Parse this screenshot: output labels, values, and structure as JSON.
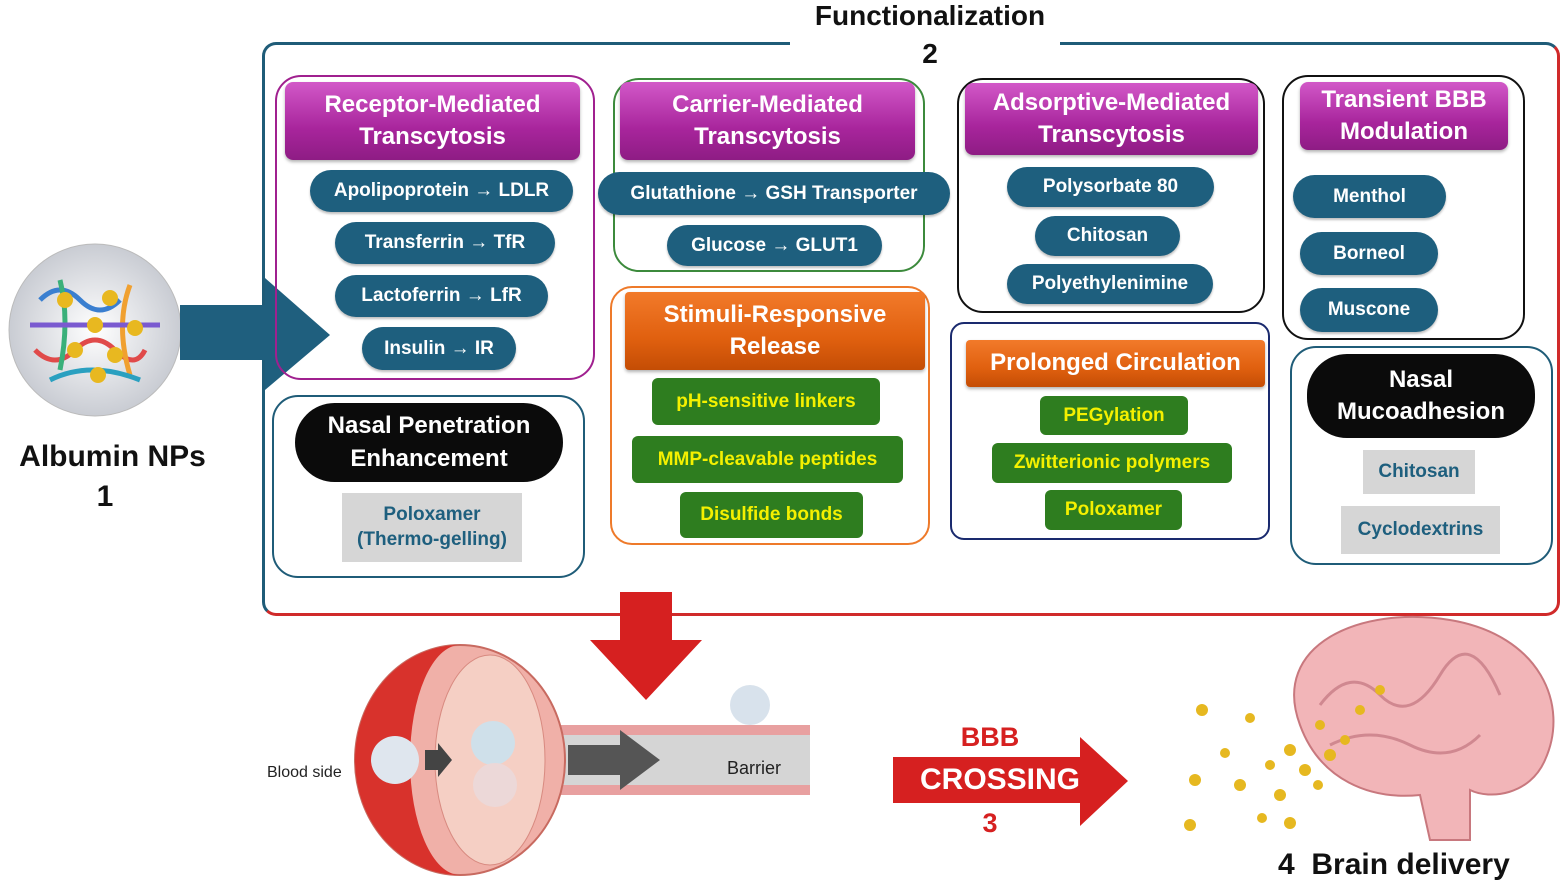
{
  "functionalization": {
    "title": "Functionalization",
    "number": "2"
  },
  "albumin": {
    "label": "Albumin NPs",
    "number": "1"
  },
  "panels": {
    "rmt": {
      "title": "Receptor-Mediated Transcytosis",
      "items": [
        "Apolipoprotein → LDLR",
        "Transferrin → TfR",
        "Lactoferrin → LfR",
        "Insulin → IR"
      ]
    },
    "cmt": {
      "title": "Carrier-Mediated Transcytosis",
      "items": [
        "Glutathione → GSH Transporter",
        "Glucose → GLUT1"
      ]
    },
    "amt": {
      "title": "Adsorptive-Mediated Transcytosis",
      "items": [
        "Polysorbate 80",
        "Chitosan",
        "Polyethylenimine"
      ]
    },
    "tbm": {
      "title": "Transient BBB Modulation",
      "items": [
        "Menthol",
        "Borneol",
        "Muscone"
      ]
    },
    "npe": {
      "title": "Nasal Penetration Enhancement",
      "items": [
        "Poloxamer (Thermo-gelling)"
      ]
    },
    "srr": {
      "title": "Stimuli-Responsive Release",
      "items": [
        "pH-sensitive linkers",
        "MMP-cleavable peptides",
        "Disulfide bonds"
      ]
    },
    "pc": {
      "title": "Prolonged Circulation",
      "items": [
        "PEGylation",
        "Zwitterionic polymers",
        "Poloxamer"
      ]
    },
    "nm": {
      "title": "Nasal Mucoadhesion",
      "items": [
        "Chitosan",
        "Cyclodextrins"
      ]
    }
  },
  "bottom": {
    "blood_side": "Blood side",
    "barrier": "Barrier",
    "bbb": "BBB",
    "crossing": "CROSSING",
    "crossing_number": "3",
    "brain_number": "4",
    "brain_label": "Brain delivery"
  },
  "colors": {
    "teal": "#1e5f7e",
    "purple": "#a8259c",
    "orange": "#e0600f",
    "green": "#2e7d1f",
    "red": "#d62020"
  }
}
